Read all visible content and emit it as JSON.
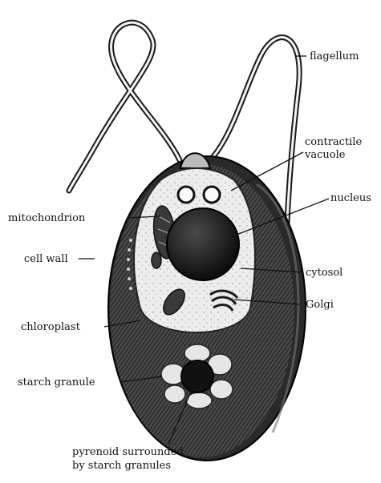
{
  "labels": {
    "flagellum": "flagellum",
    "contractile_vacuole_line1": "contractile",
    "contractile_vacuole_line2": "vacuole",
    "nucleus": "nucleus",
    "mitochondrion": "mitochondrion",
    "cell_wall": "cell wall",
    "cytosol": "cytosol",
    "golgi": "Golgi",
    "chloroplast": "chloroplast",
    "starch_granule": "starch granule",
    "pyrenoid_line1": "pyrenoid surrounded",
    "pyrenoid_line2": "by starch granules"
  }
}
